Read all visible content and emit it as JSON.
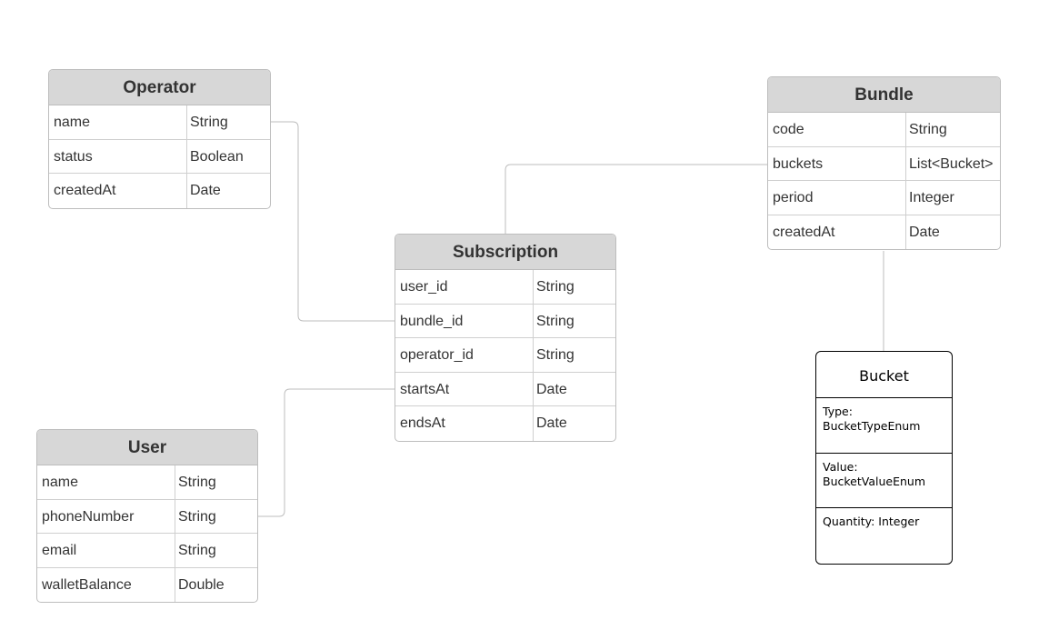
{
  "entities": {
    "operator": {
      "title": "Operator",
      "rows": [
        {
          "field": "name",
          "type": "String"
        },
        {
          "field": "status",
          "type": "Boolean"
        },
        {
          "field": "createdAt",
          "type": "Date"
        }
      ]
    },
    "bundle": {
      "title": "Bundle",
      "rows": [
        {
          "field": "code",
          "type": "String"
        },
        {
          "field": "buckets",
          "type": "List<Bucket>"
        },
        {
          "field": "period",
          "type": "Integer"
        },
        {
          "field": "createdAt",
          "type": "Date"
        }
      ]
    },
    "subscription": {
      "title": "Subscription",
      "rows": [
        {
          "field": "user_id",
          "type": "String"
        },
        {
          "field": "bundle_id",
          "type": "String"
        },
        {
          "field": "operator_id",
          "type": "String"
        },
        {
          "field": "startsAt",
          "type": "Date"
        },
        {
          "field": "endsAt",
          "type": "Date"
        }
      ]
    },
    "user": {
      "title": "User",
      "rows": [
        {
          "field": "name",
          "type": "String"
        },
        {
          "field": "phoneNumber",
          "type": "String"
        },
        {
          "field": "email",
          "type": "String"
        },
        {
          "field": "walletBalance",
          "type": "Double"
        }
      ]
    }
  },
  "bucket": {
    "title": "Bucket",
    "type_line1": "Type:",
    "type_line2": "BucketTypeEnum",
    "value_line1": "Value:",
    "value_line2": "BucketValueEnum",
    "quantity": "Quantity: Integer"
  },
  "colors": {
    "header_fill": "#d7d7d7",
    "border": "#bdbdbd",
    "connector": "#bdbdbd",
    "text": "#333333"
  }
}
